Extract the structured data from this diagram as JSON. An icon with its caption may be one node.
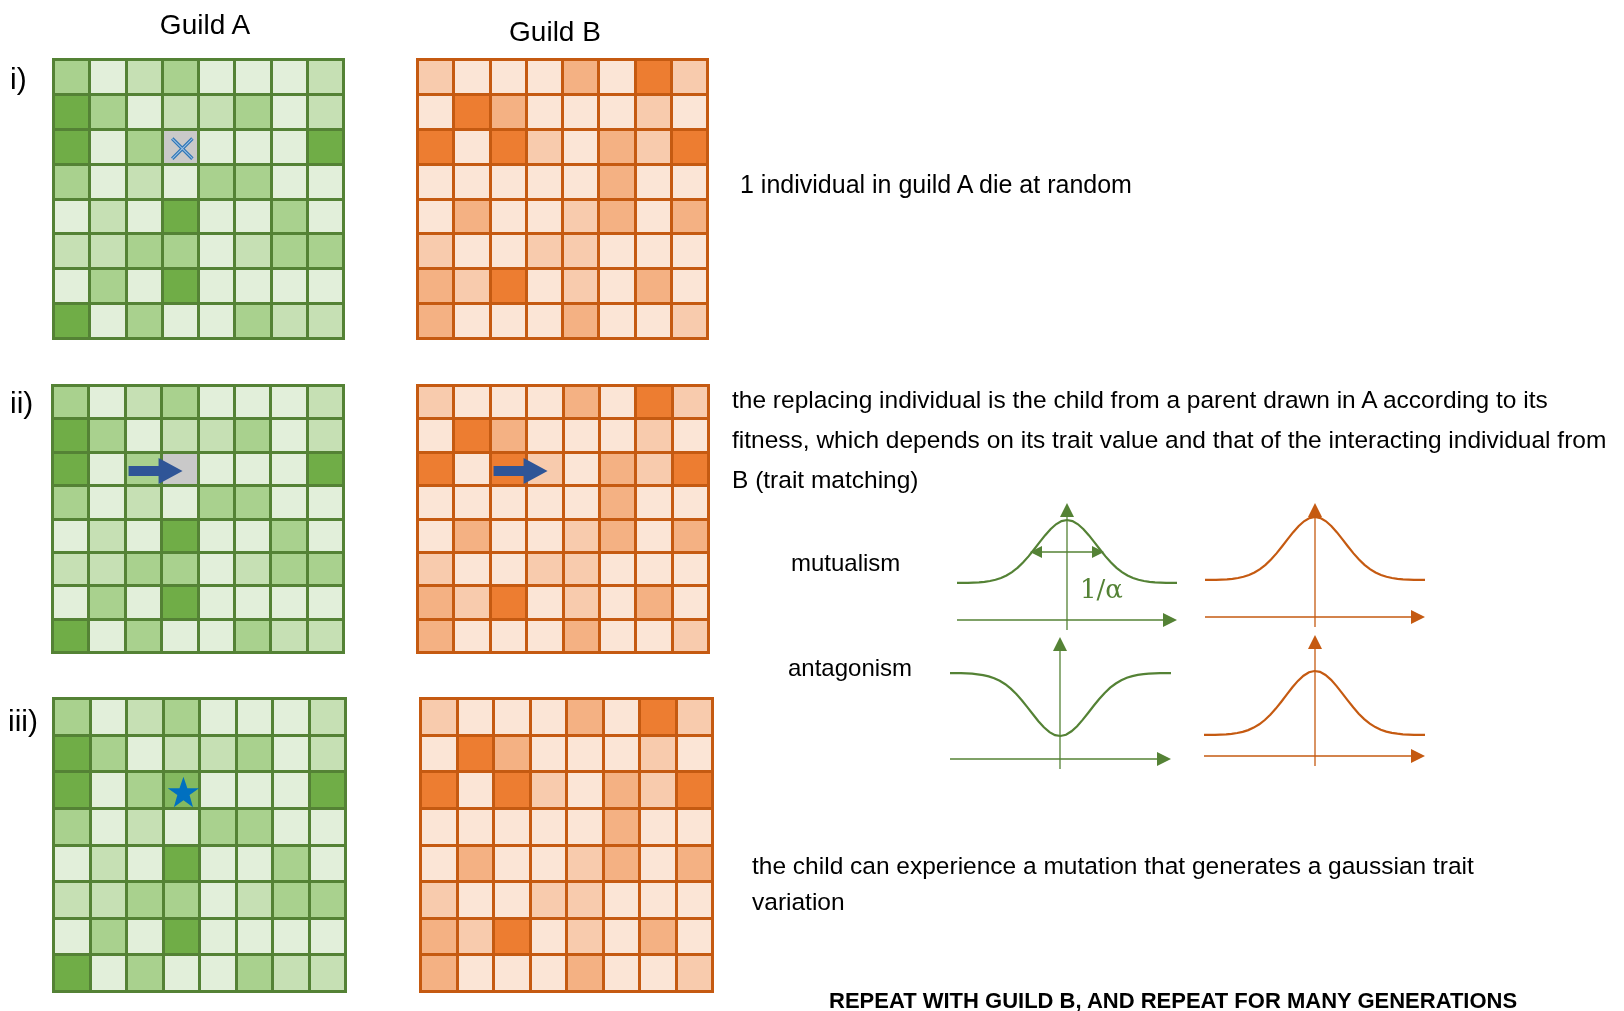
{
  "diagram": {
    "labels": [
      "Guild A",
      "Guild B",
      "i)",
      "1 individual in guild A die at random",
      "ii)",
      "the replacing individual is the child from a parent drawn in A according to its fitness, which depends on its trait value and that of the interacting individual from B (trait matching)",
      "mutualism",
      "1/α",
      "antagonism",
      "iii)",
      "the child can experience a mutation that generates a gaussian trait variation",
      "REPEAT WITH GUILD B, AND REPEAT FOR MANY GENERATIONS"
    ]
  }
}
